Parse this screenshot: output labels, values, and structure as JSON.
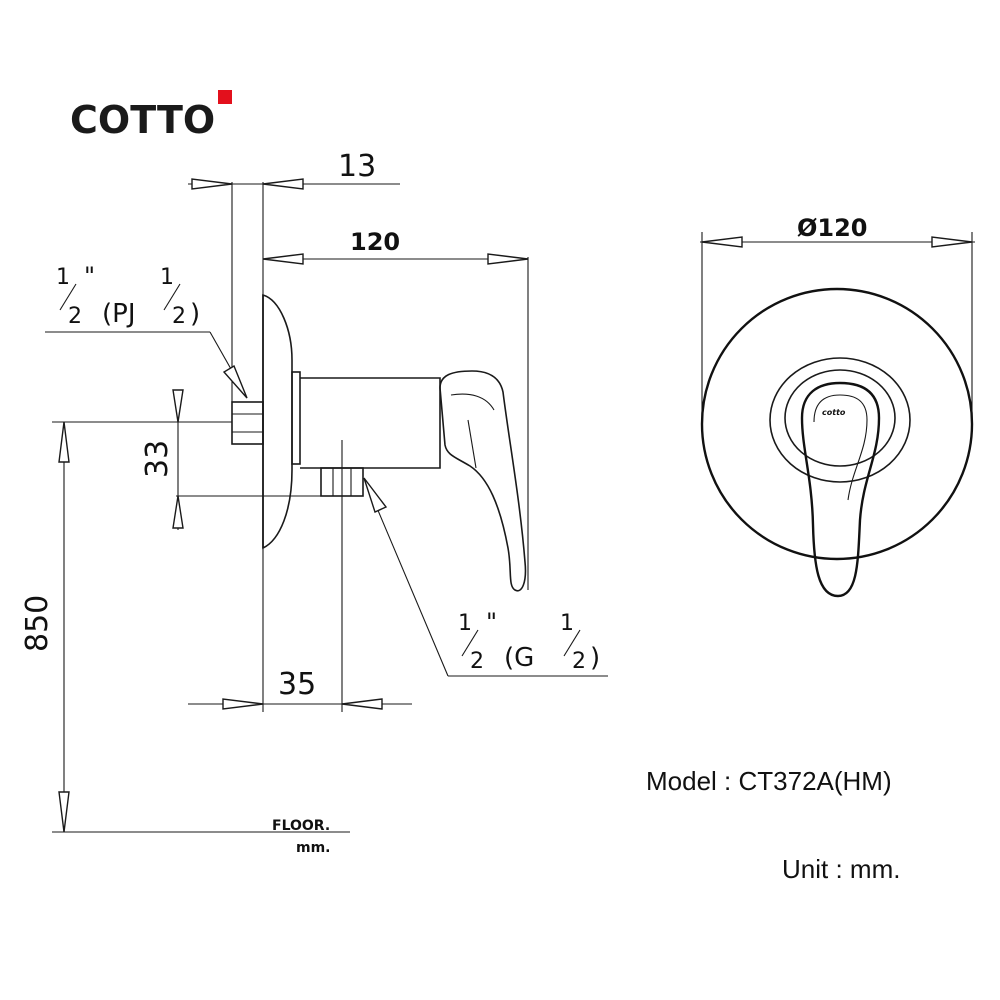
{
  "brand": {
    "name": "COTTO",
    "accent_color": "#e3101c"
  },
  "dimensions": {
    "plate_thickness": "13",
    "projection": "120",
    "inlet_spacing": "33",
    "height_from_floor": "850",
    "outlet_offset": "35",
    "diameter": "Ø120"
  },
  "connections": {
    "inlet": {
      "whole": "1",
      "den": "2",
      "mark": "\"",
      "open": "(PJ",
      "whole2": "1",
      "den2": "2",
      "close": ")"
    },
    "outlet": {
      "whole": "1",
      "den": "2",
      "mark": "\"",
      "open": "(G",
      "whole2": "1",
      "den2": "2",
      "close": ")"
    }
  },
  "floor": {
    "label": "FLOOR.",
    "unit": "mm."
  },
  "handle_logo": "cotto",
  "info": {
    "model": "Model : CT372A(HM)",
    "unit": "Unit : mm."
  }
}
